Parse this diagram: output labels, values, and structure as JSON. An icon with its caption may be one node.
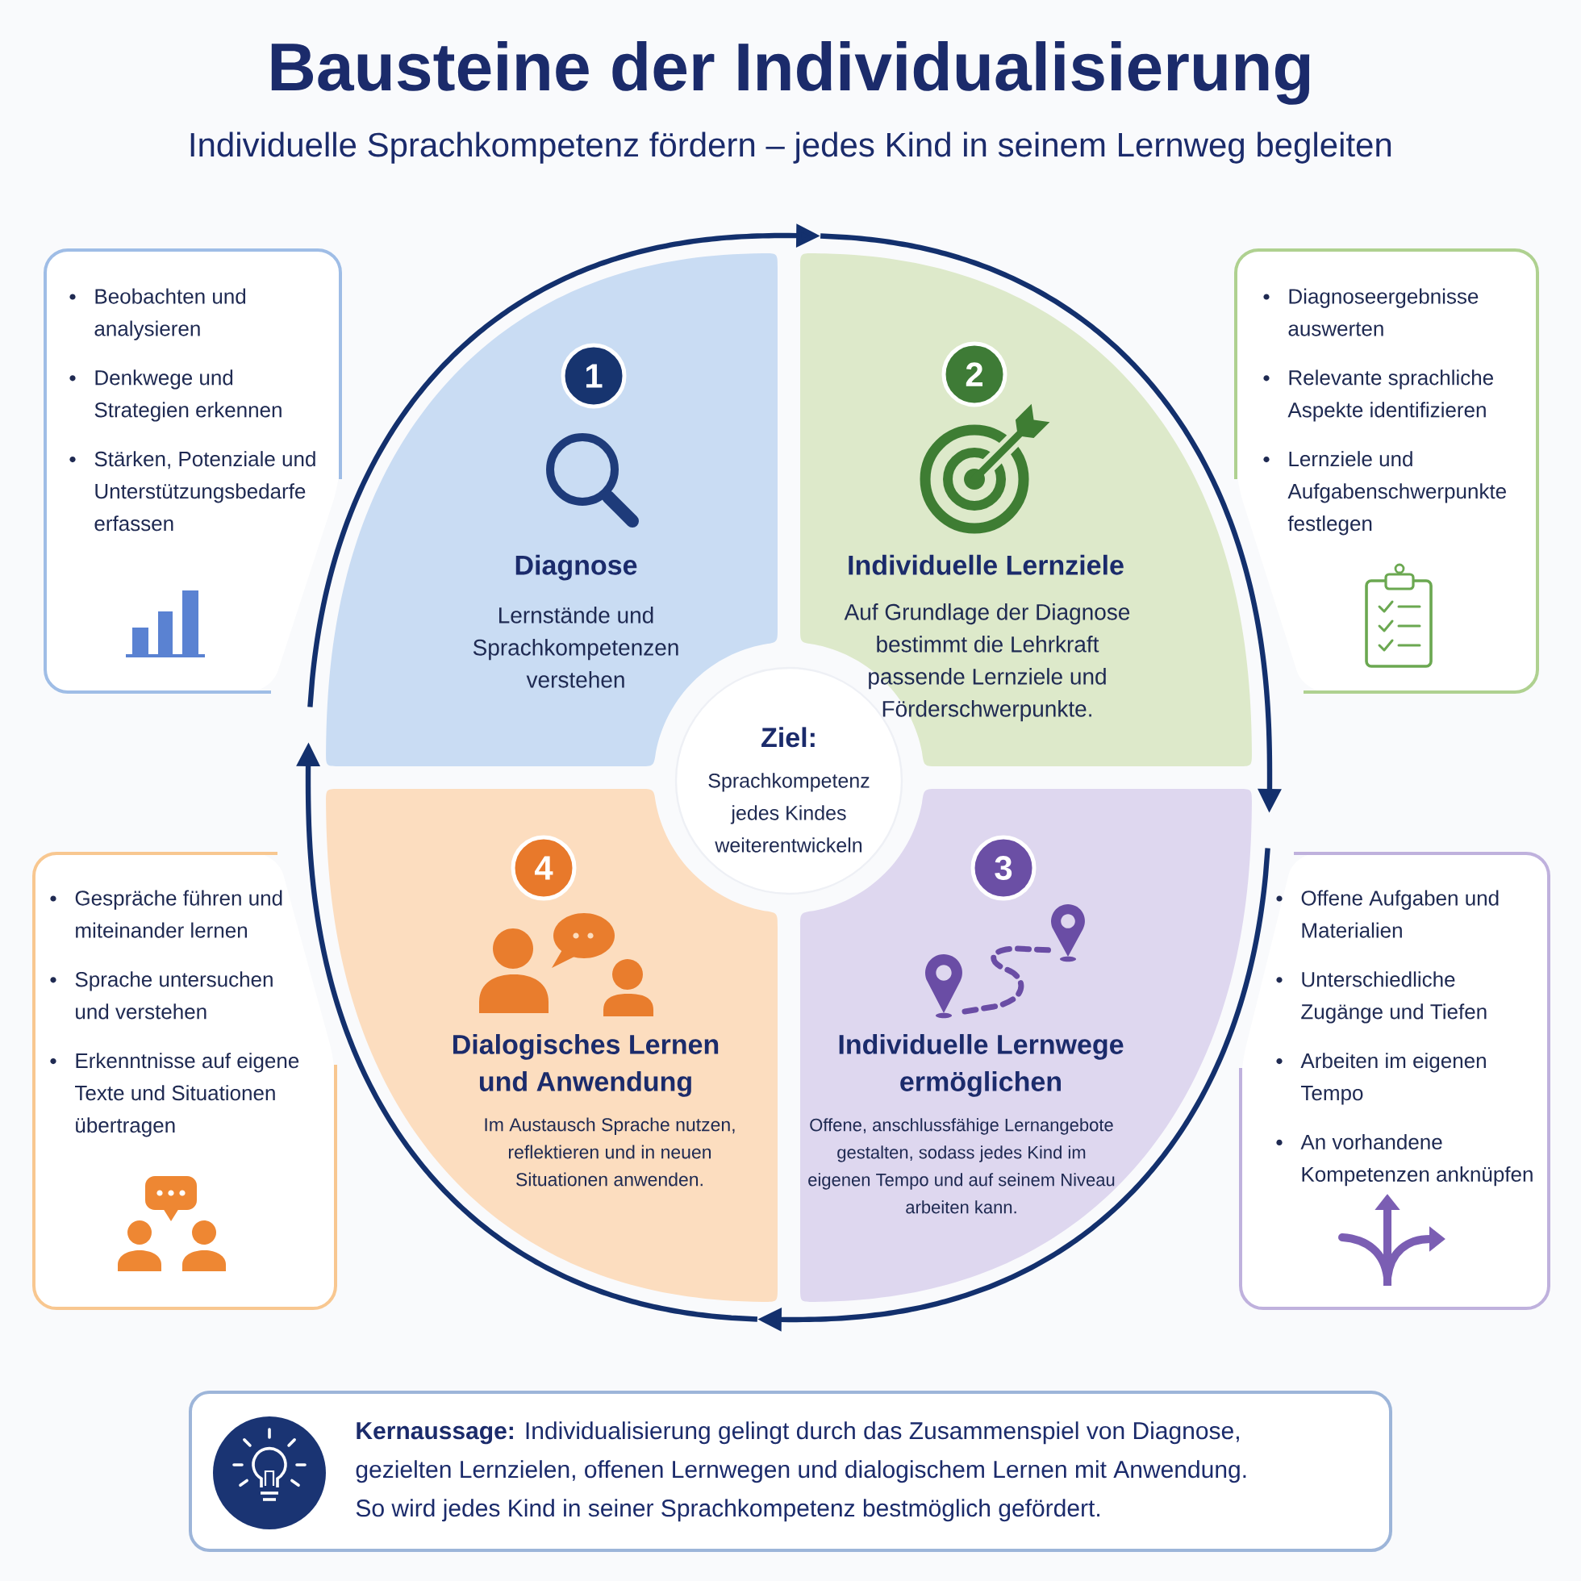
{
  "diagram": {
    "title": "Bausteine der Individualisierung",
    "nodes": [
      {
        "text": [
          "Beobachten und analysieren",
          "Denkwege und Strategien erkennen",
          "Stärken, Potenziale und Unterstützungsbedarfe erfassen"
        ]
      },
      {
        "text": [
          "Diagnose",
          "Lernstände und Sprachkompetenzen verstehen"
        ]
      },
      {
        "text": [
          "1"
        ],
        "in": 1
      },
      {
        "text": [
          "Individuelle Lernziele",
          "Auf Grundlage der Diagnose bestimmt die Lehrkraft passende Lernziele und Förderschwerpunkte."
        ]
      },
      {
        "text": [
          "2"
        ],
        "in": 3
      },
      {
        "text": [
          "Diagnoseergebnisse auswerten",
          "Relevante sprachliche Aspekte identifizieren",
          "Lernziele und Aufgabenschwerpunkte festlegen"
        ]
      },
      {
        "text": [
          "Ziel:",
          "Sprachkompetenz jedes Kindes weiterentwickeln"
        ]
      },
      {
        "text": [
          "Gespräche führen und miteinander lernen",
          "Sprache untersuchen und verstehen",
          "Erkenntnisse auf eigene Texte und Situationen übertragen"
        ]
      },
      {
        "text": [
          "Dialogisches Lernen und Anwendung",
          "Im Austausch Sprache nutzen, reflektieren und in neuen Situationen anwenden."
        ]
      },
      {
        "text": [
          "4"
        ],
        "in": 8
      },
      {
        "text": [
          "Individuelle Lernwege ermöglichen",
          "Offene, anschlussfähige Lernangebote gestalten, sodass jedes Kind im eigenen Tempo und auf seinem Niveau arbeiten kann."
        ]
      },
      {
        "text": [
          "3"
        ],
        "in": 10
      },
      {
        "text": [
          "Offene Aufgaben und Materialien",
          "Unterschiedliche Zugänge und Tiefen",
          "Arbeiten im eigenen Tempo",
          "An vorhandene Kompetenzen anknüpfen"
        ]
      },
      {
        "text": [
          "**Kernaussage:** Individualisierung gelingt durch das Zusammenspiel von Diagnose, gezielten Lernzielen, offenen Lernwegen und dialogischem Lernen mit Anwendung. So wird jedes Kind in seiner Sprachkompetenz bestmöglich gefördert."
        ]
      }
    ],
    "edges": [
      {
        "from": 1,
        "to": 3,
        "arrow": "to"
      },
      {
        "from": 3,
        "to": 10,
        "arrow": "to"
      },
      {
        "from": 10,
        "to": 8,
        "arrow": "to"
      },
      {
        "from": 8,
        "to": 1,
        "arrow": "to"
      }
    ],
    "labels": [
      "Individuelle Sprachkompetenz fördern – jedes Kind in seinem Lernweg begleiten"
    ]
  }
}
